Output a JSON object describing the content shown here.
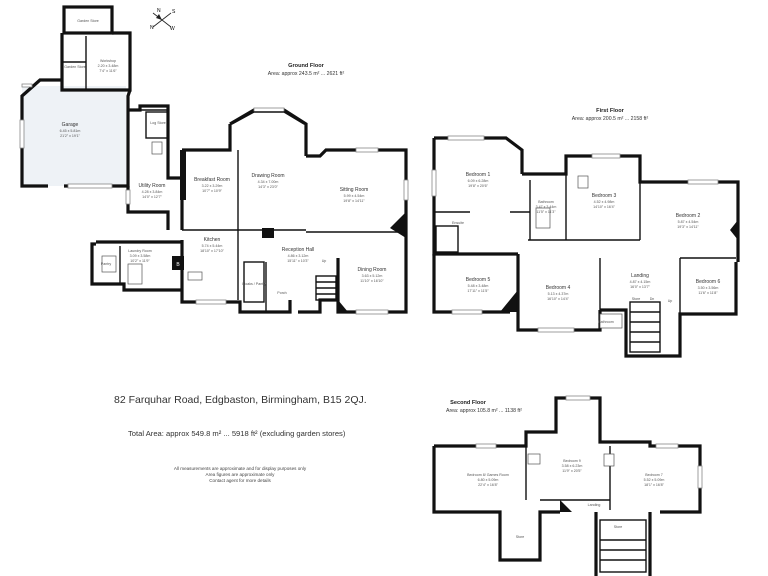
{
  "address": "82 Farquhar Road, Edgbaston, Birmingham, B15 2QJ.",
  "total_area": "Total Area: approx 549.8 m² ... 5918 ft² (excluding garden stores)",
  "disclaimer": [
    "All measurements are approximate and for display purposes only",
    "Area figures are approximate only",
    "Contact agent for more details"
  ],
  "compass": {
    "N": "N",
    "S": "S",
    "W": "W",
    "E": "E"
  },
  "floors": {
    "ground": {
      "name": "Ground Floor",
      "area": "Area: approx 243.5 m² ... 2621 ft²"
    },
    "first": {
      "name": "First Floor",
      "area": "Area: approx 200.5 m² ... 2158 ft²"
    },
    "second": {
      "name": "Second Floor",
      "area": "Area: approx 105.8 m² ... 1138 ft²"
    }
  },
  "rooms": {
    "garden_store_top": {
      "name": "Garden Store"
    },
    "garden_store_side": {
      "name": "Garden Store"
    },
    "workshop": {
      "name": "Workshop",
      "dim1": "2.20 x 3.48m",
      "dim2": "7'4\" x 11'6\""
    },
    "garage": {
      "name": "Garage",
      "dim1": "6.45 x 5.81m",
      "dim2": "21'2\" x 19'1\""
    },
    "log_store": {
      "name": "Log Store"
    },
    "utility": {
      "name": "Utility Room",
      "dim1": "4.28 x 3.84m",
      "dim2": "14'0\" x 12'7\""
    },
    "breakfast": {
      "name": "Breakfast Room",
      "dim1": "3.22 x 3.29m",
      "dim2": "10'7\" x 10'9\""
    },
    "drawing": {
      "name": "Drawing Room",
      "dim1": "4.34 x 7.00m",
      "dim2": "14'3\" x 23'0\""
    },
    "sitting": {
      "name": "Sitting Room",
      "dim1": "5.99 x 4.54m",
      "dim2": "19'8\" x 14'11\""
    },
    "kitchen": {
      "name": "Kitchen",
      "dim1": "5.74 x 5.44m",
      "dim2": "18'10\" x 17'10\""
    },
    "laundry": {
      "name": "Laundry Room",
      "dim1": "3.09 x 3.58m",
      "dim2": "10'2\" x 11'9\""
    },
    "pantry": {
      "name": "Pantry"
    },
    "reception": {
      "name": "Reception Hall",
      "dim1": "4.86 x 3.12m",
      "dim2": "15'11\" x 10'3\""
    },
    "dining": {
      "name": "Dining Room",
      "dim1": "3.63 x 5.12m",
      "dim2": "11'10\" x 16'10\""
    },
    "cloaks": {
      "name": "Cloaks / Pantry"
    },
    "porch": {
      "name": "Porch"
    },
    "bed1": {
      "name": "Bedroom 1",
      "dim1": "6.09 x 6.28m",
      "dim2": "19'8\" x 20'6\""
    },
    "bathroom1": {
      "name": "Bathroom",
      "dim1": "3.47 x 3.44m",
      "dim2": "11'5\" x 11'3\""
    },
    "ensuite": {
      "name": "Ensuite"
    },
    "bed3": {
      "name": "Bedroom 3",
      "dim1": "4.52 x 4.98m",
      "dim2": "14'10\" x 16'4\""
    },
    "bed2": {
      "name": "Bedroom 2",
      "dim1": "5.87 x 4.54m",
      "dim2": "19'3\" x 14'11\""
    },
    "bed5": {
      "name": "Bedroom 5",
      "dim1": "5.48 x 3.48m",
      "dim2": "17'11\" x 11'5\""
    },
    "bed4": {
      "name": "Bedroom 4",
      "dim1": "5.13 x 4.37m",
      "dim2": "16'10\" x 14'4\""
    },
    "landing1": {
      "name": "Landing",
      "dim1": "4.87 x 4.15m",
      "dim2": "16'0\" x 13'7\""
    },
    "bed6": {
      "name": "Bedroom 6",
      "dim1": "3.50 x 3.56m",
      "dim2": "11'6\" x 11'8\""
    },
    "bathroom2": {
      "name": "Bathroom"
    },
    "store1": {
      "name": "Store"
    },
    "bed8": {
      "name": "Bedroom 8/ Games Room",
      "dim1": "6.80 x 5.09m",
      "dim2": "22'4\" x 16'8\""
    },
    "bed9": {
      "name": "Bedroom 9",
      "dim1": "3.58 x 6.23m",
      "dim2": "11'9\" x 20'5\""
    },
    "bed7": {
      "name": "Bedroom 7",
      "dim1": "5.52 x 5.09m",
      "dim2": "18'1\" x 16'8\""
    },
    "landing2": {
      "name": "Landing"
    },
    "store2": {
      "name": "Store"
    },
    "store3": {
      "name": "Store"
    }
  },
  "labels": {
    "up1": "Up",
    "up2": "Up",
    "dn": "Dn",
    "b": "B"
  }
}
